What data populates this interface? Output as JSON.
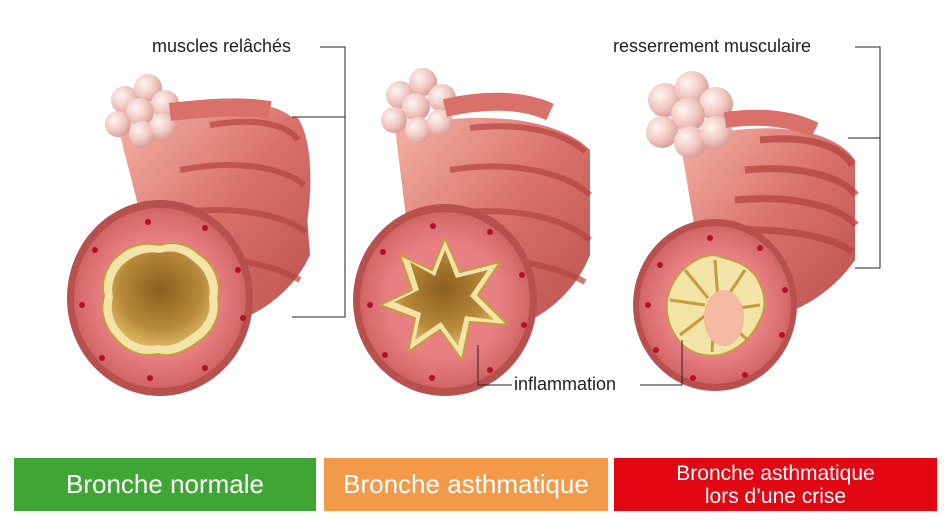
{
  "labels": {
    "relaxed": "muscles relâchés",
    "tightening": "resserrement musculaire",
    "inflammation": "inflammation"
  },
  "captions": [
    {
      "line1": "Bronche normale",
      "line2": "",
      "color": "#3fa535"
    },
    {
      "line1": "Bronche asthmatique",
      "line2": "",
      "color": "#f29a4a"
    },
    {
      "line1": "Bronche asthmatique",
      "line2": "lors d’une crise",
      "color": "#e30613"
    }
  ],
  "colors": {
    "tissue_outer": "#c85a55",
    "tissue_light": "#f1b5a8",
    "mucosa": "#e98a8a",
    "lumen": "#b8893a",
    "alveoli": "#f2cfc9",
    "vessel": "#b3112a"
  },
  "icons": [
    "bronchus-normal-illustration",
    "bronchus-asthmatic-illustration",
    "bronchus-crisis-illustration"
  ]
}
